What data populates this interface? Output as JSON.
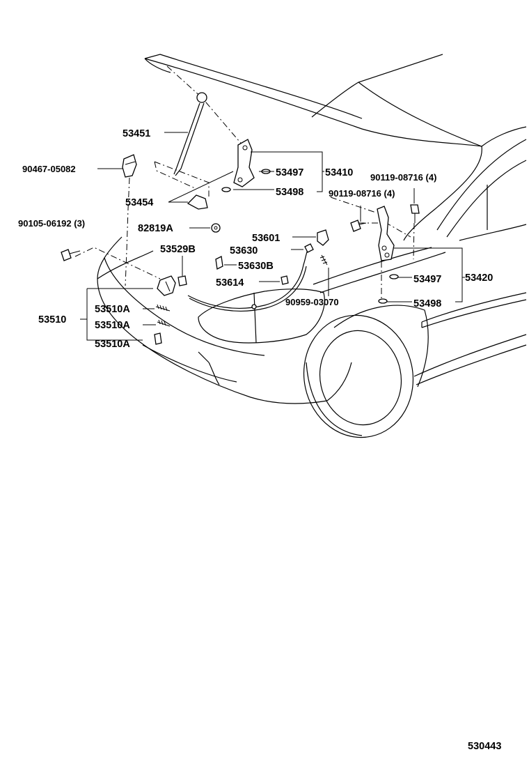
{
  "diagram_id": "530443",
  "labels": {
    "p53451": "53451",
    "p90467": "90467-05082",
    "p53454": "53454",
    "p90105": "90105-06192 (3)",
    "p82819": "82819A",
    "p53529": "53529B",
    "p53510": "53510",
    "p53510a_1": "53510A",
    "p53510a_2": "53510A",
    "p53510a_3": "53510A",
    "p53497_top": "53497",
    "p53498_top": "53498",
    "p53410": "53410",
    "p53601": "53601",
    "p53630": "53630",
    "p53630b": "53630B",
    "p53614": "53614",
    "p90959": "90959-03070",
    "p90119_a": "90119-08716 (4)",
    "p90119_b": "90119-08716 (4)",
    "p53497_r": "53497",
    "p53498_r": "53498",
    "p53420": "53420"
  }
}
